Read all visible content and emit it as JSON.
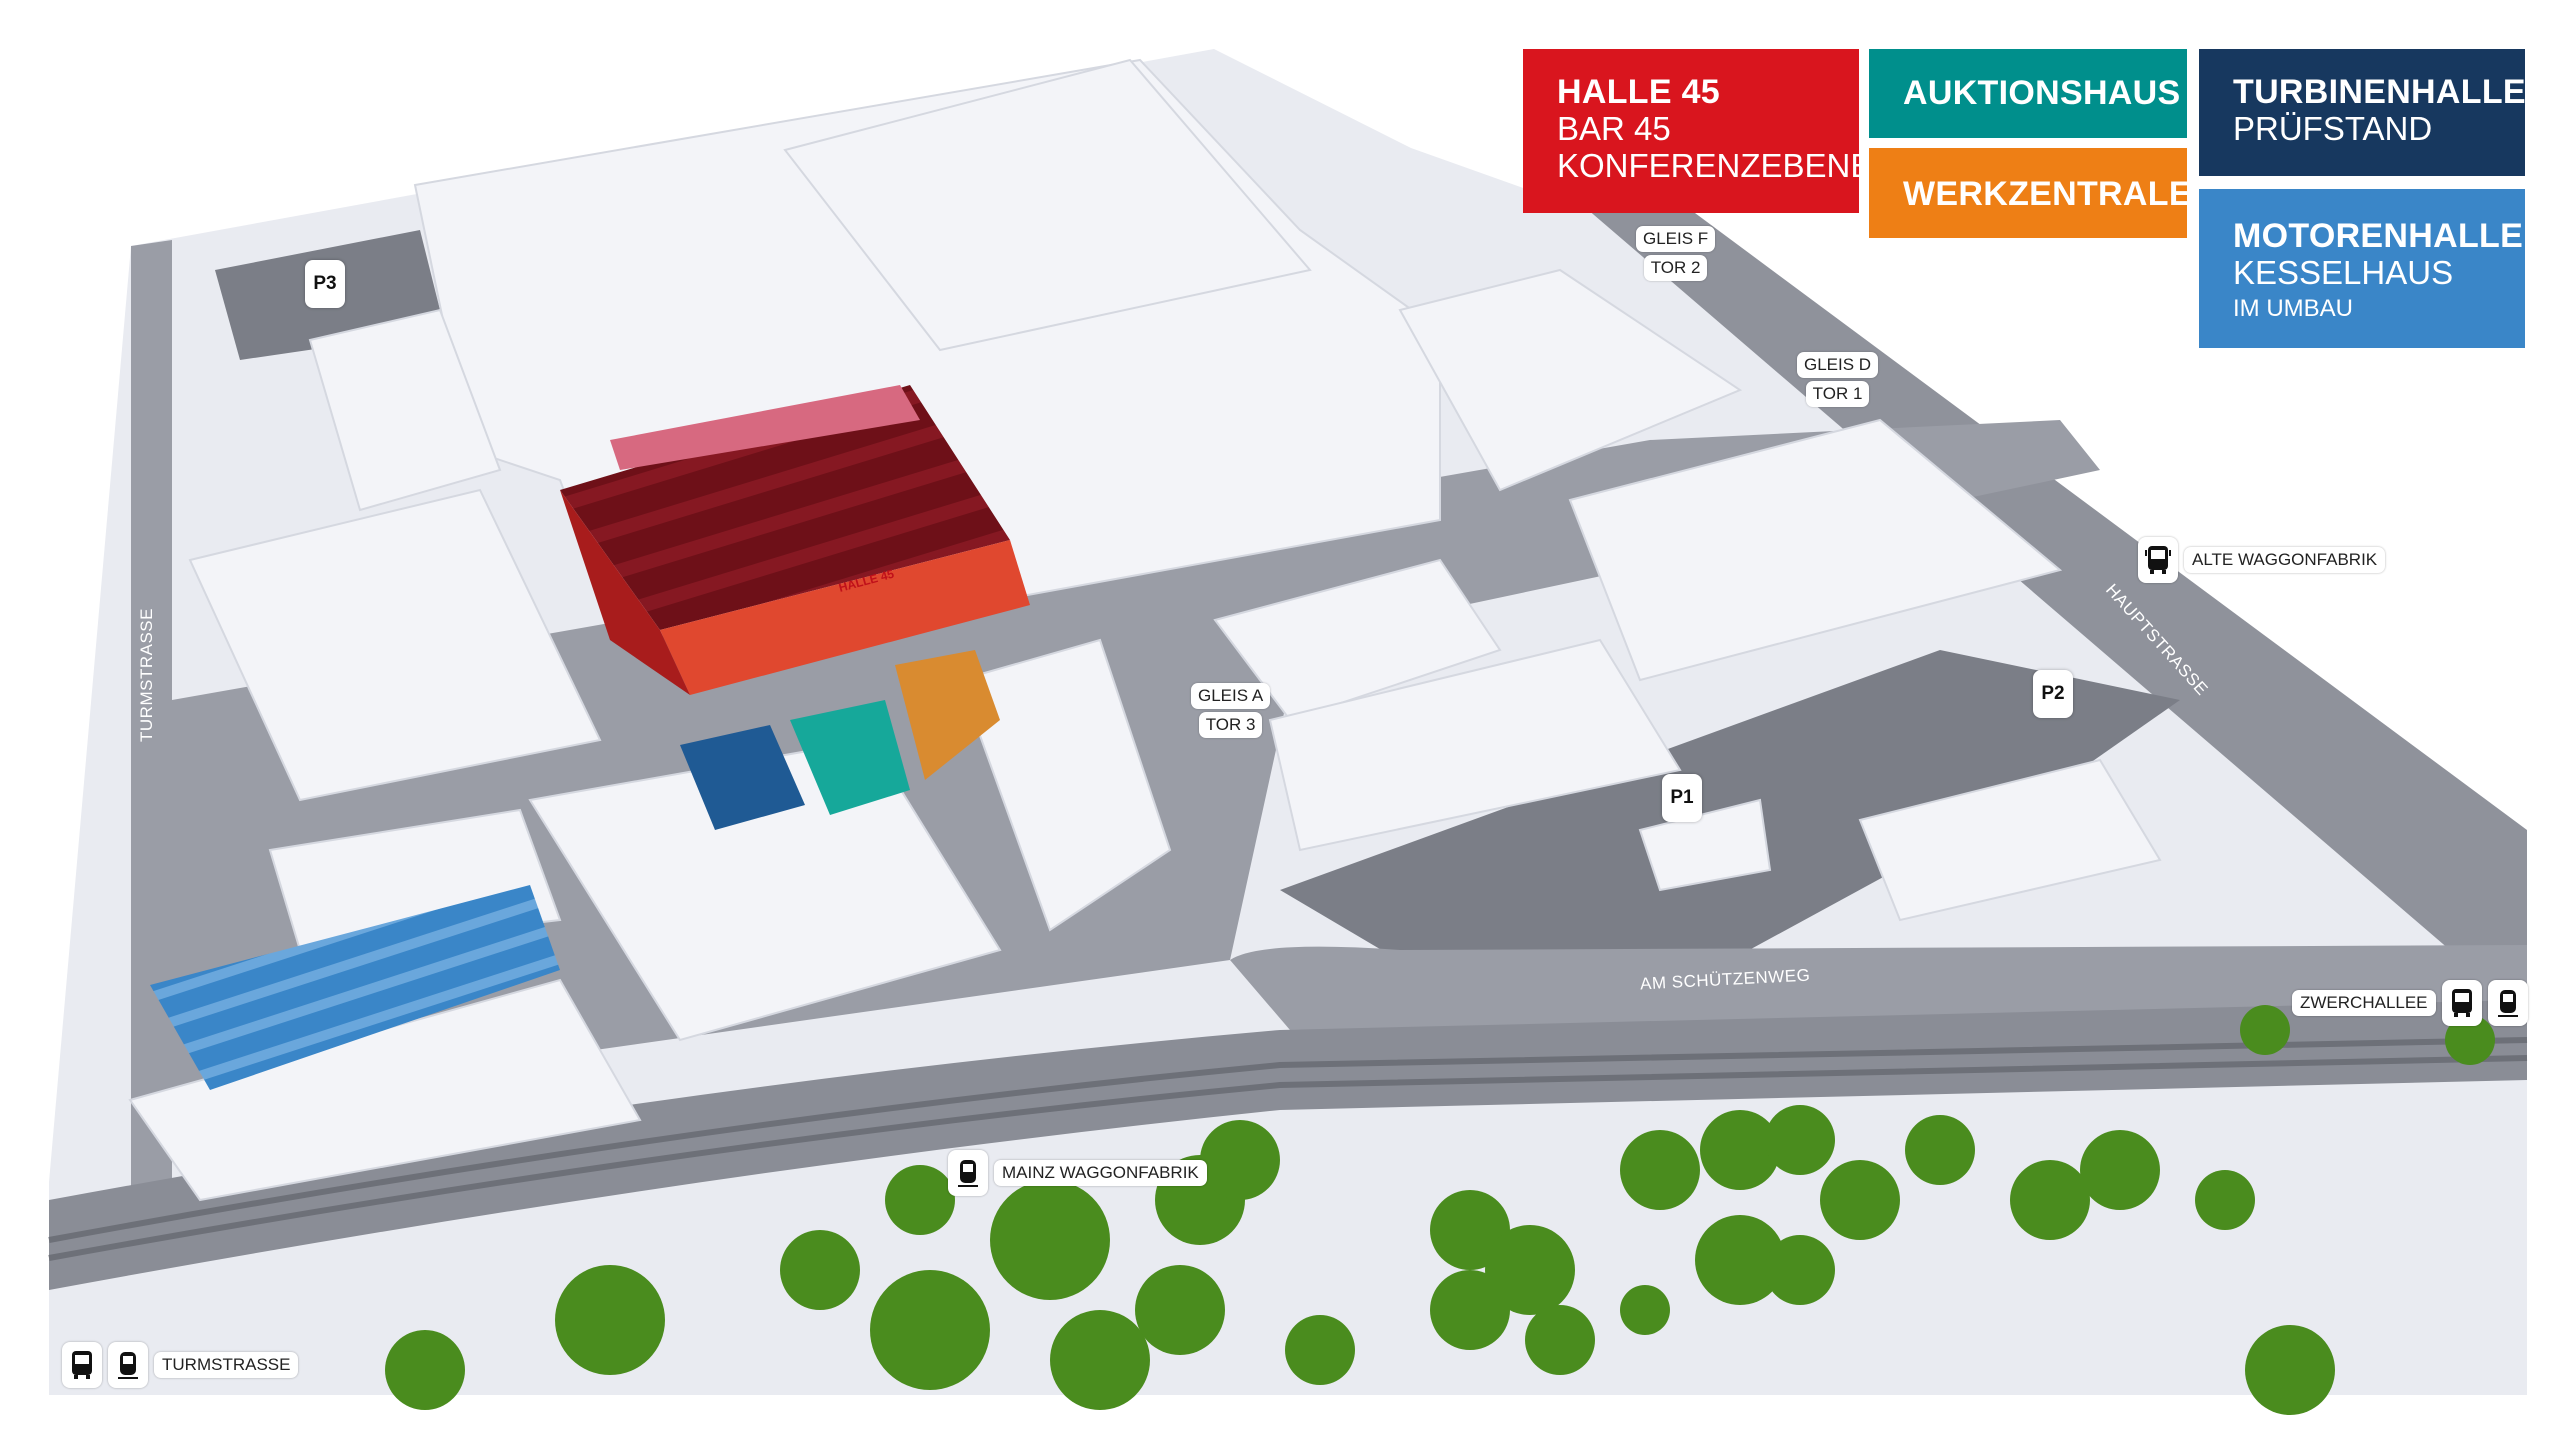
{
  "legend": {
    "halle45": {
      "title": "HALLE 45",
      "line2": "BAR 45",
      "line3": "KONFERENZEBENE",
      "color": "#d9151e"
    },
    "auktionshaus": {
      "title": "AUKTIONSHAUS",
      "color": "#008f8c"
    },
    "werkzentrale": {
      "title": "WERKZENTRALE",
      "color": "#ee7f15"
    },
    "turbinenhalle": {
      "title": "TURBINENHALLE",
      "line2": "PRÜFSTAND",
      "color": "#17385f"
    },
    "motorenhalle": {
      "title": "MOTORENHALLE",
      "line2": "KESSELHAUS",
      "line3": "IM UMBAU",
      "color": "#3a86c8"
    }
  },
  "gates": [
    {
      "line1": "GLEIS F",
      "line2": "TOR 2"
    },
    {
      "line1": "GLEIS D",
      "line2": "TOR 1"
    },
    {
      "line1": "GLEIS A",
      "line2": "TOR 3"
    }
  ],
  "parking": [
    "P1",
    "P2",
    "P3"
  ],
  "streets": [
    "HAUPTSTRASSE",
    "AM SCHÜTZENWEG",
    "TURMSTRASSE"
  ],
  "building_sign": "HALLE 45",
  "stops": [
    {
      "name": "ALTE WAGGONFABRIK",
      "icons": [
        "bus-icon"
      ]
    },
    {
      "name": "ZWERCHALLEE",
      "icons": [
        "bus-icon",
        "tram-icon"
      ]
    },
    {
      "name": "MAINZ WAGGONFABRIK",
      "icons": [
        "tram-icon"
      ]
    },
    {
      "name": "TURMSTRASSE",
      "icons": [
        "bus-icon",
        "tram-icon"
      ]
    }
  ]
}
